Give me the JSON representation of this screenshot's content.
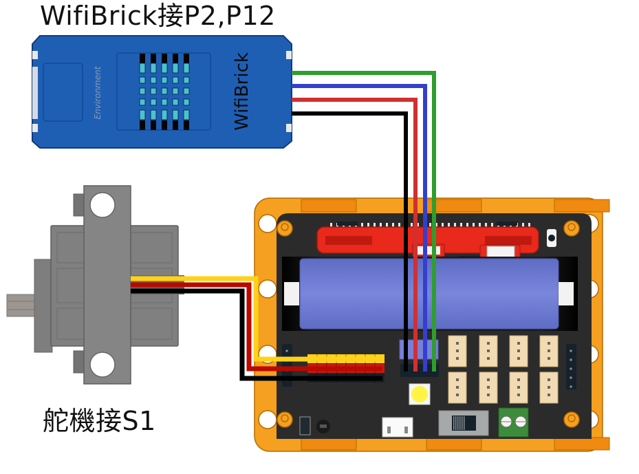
{
  "captions": {
    "wifibrick_connection": "WifiBrick接P2,P12",
    "servo_connection": "舵機接S1"
  },
  "wifibrick": {
    "name_label": "WifiBrick",
    "sensor_label": "Environment",
    "body_color": "#1E5FB4"
  },
  "wifibrick_wires": [
    {
      "name": "green",
      "color": "#2E9E2E"
    },
    {
      "name": "blue",
      "color": "#3340CC"
    },
    {
      "name": "red",
      "color": "#D03030"
    },
    {
      "name": "black",
      "color": "#000000"
    }
  ],
  "servo": {
    "body_color": "#808080"
  },
  "servo_wires": [
    {
      "name": "signal",
      "color": "#FFD21A"
    },
    {
      "name": "power",
      "color": "#B80A00"
    },
    {
      "name": "ground",
      "color": "#000000"
    }
  ],
  "controller_board": {
    "frame_color": "#F5A020",
    "pcb_color": "#2B2B2B",
    "battery_color": "#6D7BD1",
    "battery_holder_color": "#E8291C"
  }
}
